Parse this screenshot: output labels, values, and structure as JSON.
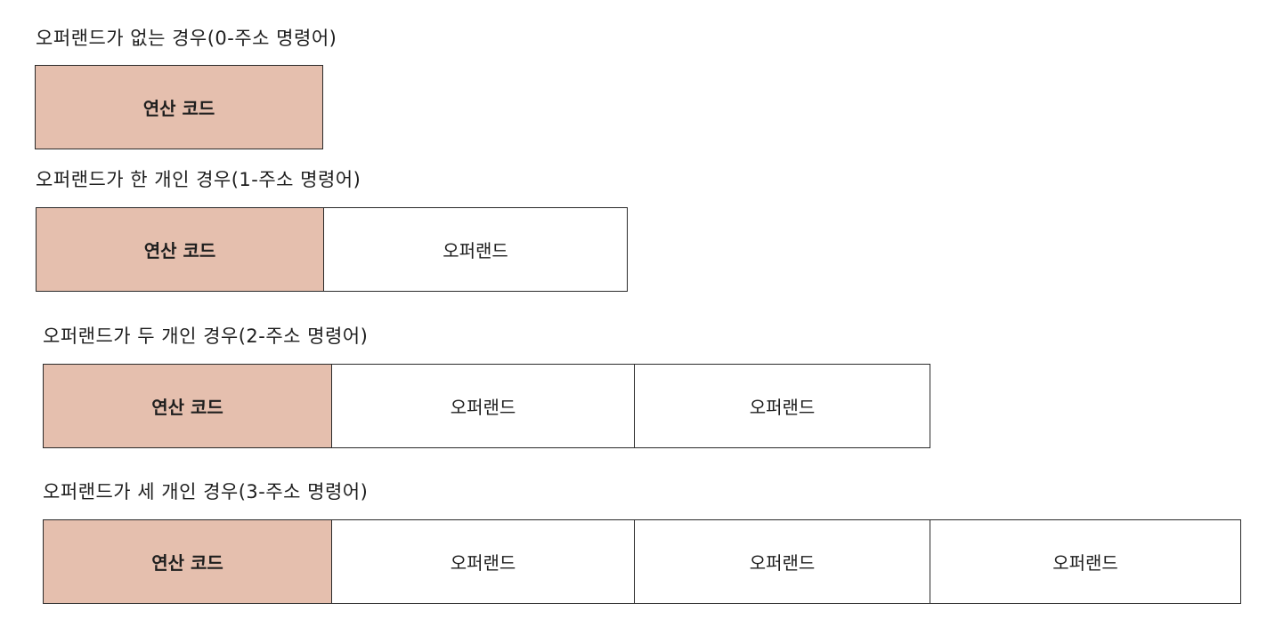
{
  "colors": {
    "opcode_fill": "#e5bfae",
    "operand_fill": "#ffffff",
    "border": "#2a2a2a"
  },
  "sections": [
    {
      "title": "오퍼랜드가 없는 경우(0-주소 명령어)",
      "cells": [
        {
          "kind": "opcode",
          "label": "연산 코드"
        }
      ]
    },
    {
      "title": "오퍼랜드가 한 개인 경우(1-주소 명령어)",
      "cells": [
        {
          "kind": "opcode",
          "label": "연산 코드"
        },
        {
          "kind": "operand",
          "label": "오퍼랜드"
        }
      ]
    },
    {
      "title": "오퍼랜드가 두 개인 경우(2-주소 명령어)",
      "cells": [
        {
          "kind": "opcode",
          "label": "연산 코드"
        },
        {
          "kind": "operand",
          "label": "오퍼랜드"
        },
        {
          "kind": "operand",
          "label": "오퍼랜드"
        }
      ]
    },
    {
      "title": "오퍼랜드가 세 개인 경우(3-주소 명령어)",
      "cells": [
        {
          "kind": "opcode",
          "label": "연산 코드"
        },
        {
          "kind": "operand",
          "label": "오퍼랜드"
        },
        {
          "kind": "operand",
          "label": "오퍼랜드"
        },
        {
          "kind": "operand",
          "label": "오퍼랜드"
        }
      ]
    }
  ]
}
